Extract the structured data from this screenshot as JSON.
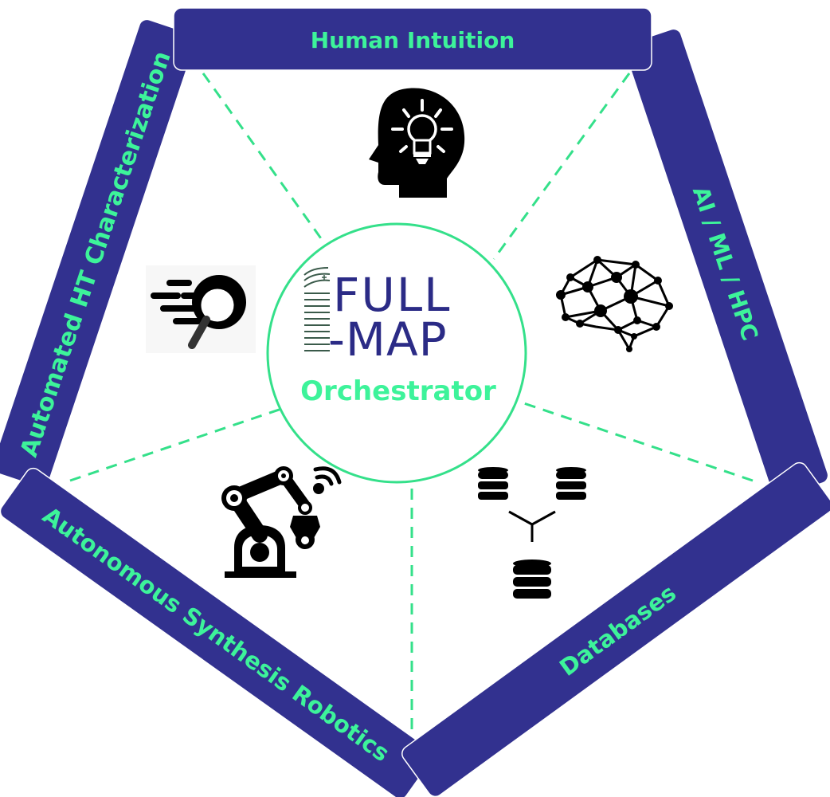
{
  "diagram": {
    "title": "FULL-MAP Orchestrator",
    "center": {
      "logo_line1": "FULL",
      "logo_line2": "-MAP",
      "subtitle": "Orchestrator"
    },
    "segments": [
      {
        "id": "human-intuition",
        "label": "Human Intuition",
        "icon": "head-lightbulb-icon"
      },
      {
        "id": "ai-ml-hpc",
        "label": "AI / ML / HPC",
        "icon": "neural-brain-icon"
      },
      {
        "id": "databases",
        "label": "Databases",
        "icon": "database-merge-icon"
      },
      {
        "id": "autonomous-synthesis-robotics",
        "label": "Autonomous Synthesis Robotics",
        "icon": "robotic-arm-icon"
      },
      {
        "id": "automated-ht-characterization",
        "label": "Automated HT Characterization",
        "icon": "fast-search-icon"
      }
    ],
    "colors": {
      "band": "#32318f",
      "band_text": "#3df39a",
      "accent_green": "#34e08a",
      "logo_navy": "#2b2b86",
      "icon": "#000000"
    }
  }
}
